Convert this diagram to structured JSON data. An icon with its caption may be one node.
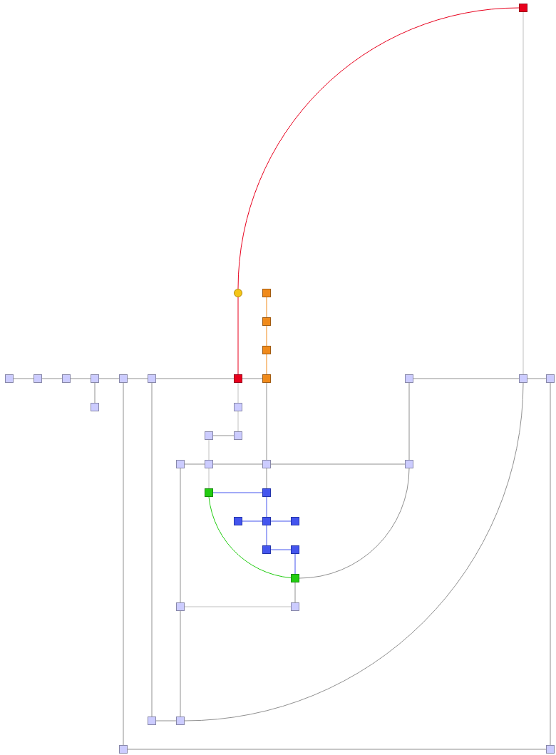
{
  "diagram": {
    "nodes": [
      {
        "text": [],
        "shape": "box"
      },
      {
        "text": [],
        "shape": "circle"
      },
      {
        "text": [],
        "shape": "box"
      },
      {
        "text": [],
        "shape": "box"
      },
      {
        "text": [],
        "shape": "box"
      },
      {
        "text": [],
        "shape": "box"
      },
      {
        "text": [],
        "shape": "box"
      },
      {
        "text": [],
        "shape": "box"
      },
      {
        "text": [],
        "shape": "box"
      },
      {
        "text": [],
        "shape": "box"
      },
      {
        "text": [],
        "shape": "box"
      },
      {
        "text": [],
        "shape": "box"
      },
      {
        "text": [],
        "shape": "box"
      },
      {
        "text": [],
        "shape": "box"
      },
      {
        "text": [],
        "shape": "box"
      },
      {
        "text": [],
        "shape": "box"
      },
      {
        "text": [],
        "shape": "box"
      },
      {
        "text": [],
        "shape": "box"
      },
      {
        "text": [],
        "shape": "box"
      },
      {
        "text": [],
        "shape": "box"
      },
      {
        "text": [],
        "shape": "box"
      },
      {
        "text": [],
        "shape": "box"
      },
      {
        "text": [],
        "shape": "box"
      },
      {
        "text": [],
        "shape": "box"
      },
      {
        "text": [],
        "shape": "box"
      },
      {
        "text": [],
        "shape": "box"
      },
      {
        "text": [],
        "shape": "box"
      },
      {
        "text": [],
        "shape": "box"
      },
      {
        "text": [],
        "shape": "box"
      },
      {
        "text": [],
        "shape": "box"
      },
      {
        "text": [],
        "shape": "box"
      },
      {
        "text": [],
        "shape": "box"
      },
      {
        "text": [],
        "shape": "box"
      },
      {
        "text": [],
        "shape": "box"
      },
      {
        "text": [],
        "shape": "box"
      },
      {
        "text": [],
        "shape": "box"
      },
      {
        "text": [],
        "shape": "box"
      },
      {
        "text": [],
        "shape": "box"
      }
    ],
    "edges": [
      {
        "from": 0,
        "to": 1,
        "arrow": "none",
        "color": "#e8001c"
      },
      {
        "from": 1,
        "to": 11,
        "arrow": "none",
        "color": "#e8001c"
      },
      {
        "from": 2,
        "to": 3,
        "arrow": "none",
        "color": "#f08a1a"
      },
      {
        "from": 3,
        "to": 4,
        "arrow": "none",
        "color": "#f08a1a"
      },
      {
        "from": 4,
        "to": 12,
        "arrow": "none",
        "color": "#f08a1a"
      },
      {
        "from": 24,
        "to": 25,
        "arrow": "none",
        "color": "#4455ee"
      },
      {
        "from": 25,
        "to": 27,
        "arrow": "none",
        "color": "#4455ee"
      },
      {
        "from": 26,
        "to": 27,
        "arrow": "none",
        "color": "#4455ee"
      },
      {
        "from": 27,
        "to": 28,
        "arrow": "none",
        "color": "#4455ee"
      },
      {
        "from": 27,
        "to": 29,
        "arrow": "none",
        "color": "#4455ee"
      },
      {
        "from": 29,
        "to": 30,
        "arrow": "none",
        "color": "#4455ee"
      },
      {
        "from": 30,
        "to": 31,
        "arrow": "none",
        "color": "#4455ee"
      },
      {
        "from": 24,
        "to": 31,
        "arrow": "none",
        "color": "#22cc11"
      },
      {
        "from": 5,
        "to": 6,
        "arrow": "none"
      },
      {
        "from": 6,
        "to": 7,
        "arrow": "none"
      },
      {
        "from": 7,
        "to": 8,
        "arrow": "none"
      },
      {
        "from": 8,
        "to": 9,
        "arrow": "none"
      },
      {
        "from": 9,
        "to": 10,
        "arrow": "none"
      },
      {
        "from": 10,
        "to": 11,
        "arrow": "none"
      },
      {
        "from": 11,
        "to": 12,
        "arrow": "none"
      },
      {
        "from": 8,
        "to": 16,
        "arrow": "none"
      },
      {
        "from": 9,
        "to": 36,
        "arrow": "none"
      },
      {
        "from": 36,
        "to": 37,
        "arrow": "none"
      },
      {
        "from": 10,
        "to": 34,
        "arrow": "none"
      },
      {
        "from": 34,
        "to": 35,
        "arrow": "none"
      },
      {
        "from": 35,
        "to": 14,
        "arrow": "none"
      },
      {
        "from": 14,
        "to": 0,
        "arrow": "none",
        "color": "#c0c0c0"
      },
      {
        "from": 13,
        "to": 14,
        "arrow": "none"
      },
      {
        "from": 14,
        "to": 15,
        "arrow": "none"
      },
      {
        "from": 15,
        "to": 37,
        "arrow": "none"
      },
      {
        "from": 11,
        "to": 17,
        "arrow": "none",
        "color": "#c0c0c0"
      },
      {
        "from": 17,
        "to": 19,
        "arrow": "none",
        "color": "#c0c0c0"
      },
      {
        "from": 19,
        "to": 18,
        "arrow": "none"
      },
      {
        "from": 18,
        "to": 21,
        "arrow": "none",
        "color": "#c0c0c0"
      },
      {
        "from": 21,
        "to": 24,
        "arrow": "none",
        "color": "#c0c0c0"
      },
      {
        "from": 12,
        "to": 22,
        "arrow": "none"
      },
      {
        "from": 20,
        "to": 21,
        "arrow": "none"
      },
      {
        "from": 21,
        "to": 22,
        "arrow": "none"
      },
      {
        "from": 22,
        "to": 23,
        "arrow": "none"
      },
      {
        "from": 13,
        "to": 23,
        "arrow": "none"
      },
      {
        "from": 23,
        "to": 31,
        "arrow": "none"
      },
      {
        "from": 20,
        "to": 32,
        "arrow": "none"
      },
      {
        "from": 32,
        "to": 33,
        "arrow": "none",
        "color": "#c0c0c0"
      },
      {
        "from": 32,
        "to": 35,
        "arrow": "none"
      },
      {
        "from": 31,
        "to": 33,
        "arrow": "none"
      },
      {
        "from": 22,
        "to": 25,
        "arrow": "none"
      }
    ]
  }
}
